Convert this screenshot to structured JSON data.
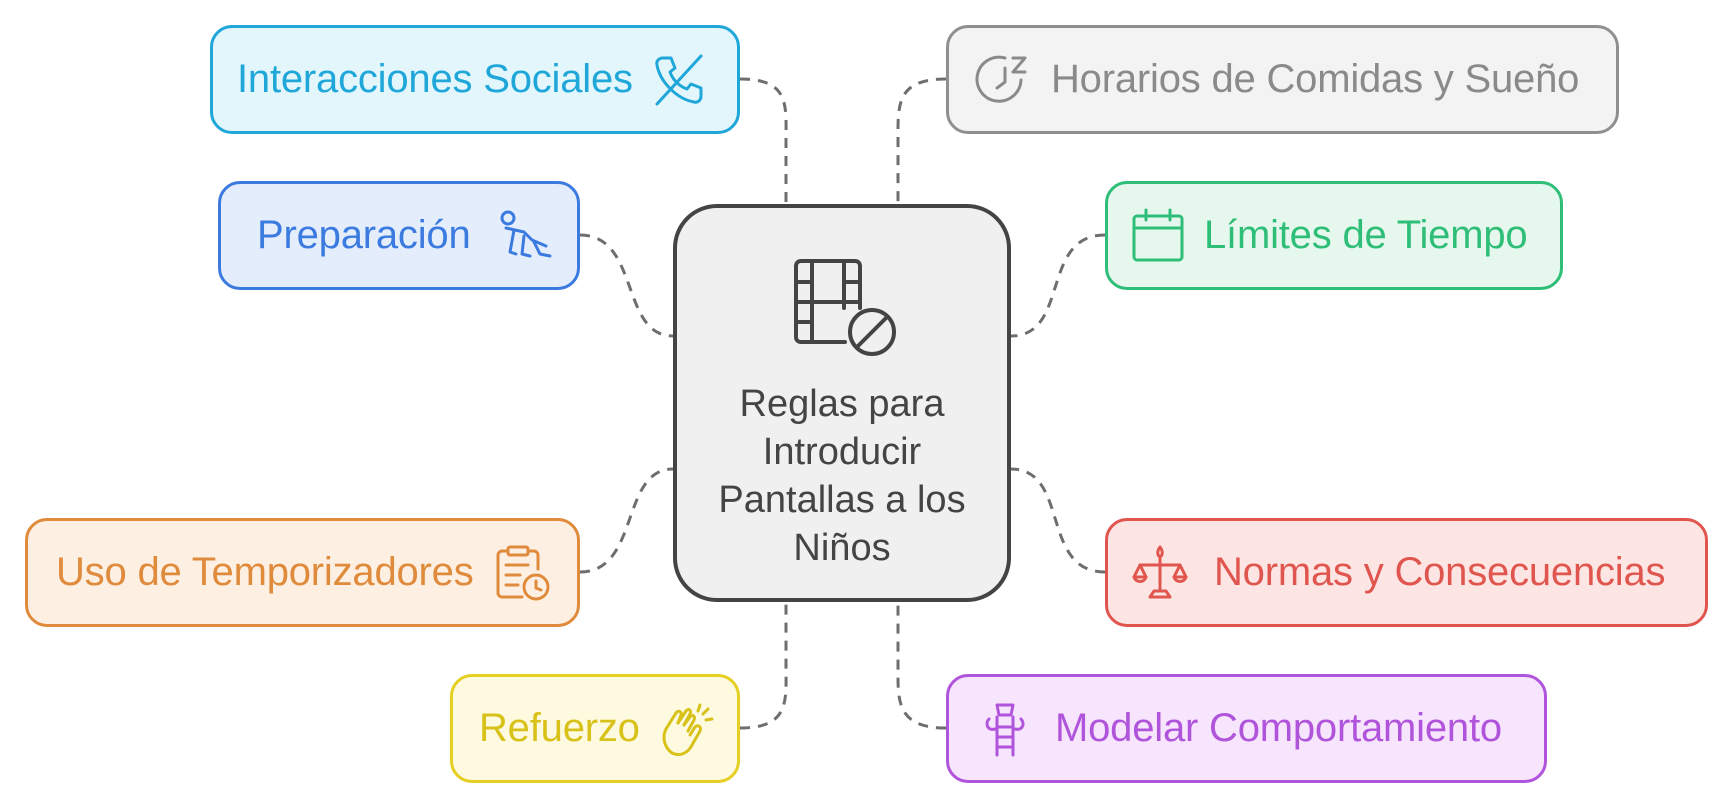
{
  "center": {
    "title": "Reglas para Introducir Pantallas a los Niños",
    "icon": "film-blocked-icon"
  },
  "nodes": [
    {
      "id": "interacciones",
      "label": "Interacciones Sociales",
      "icon": "phone-off-icon",
      "border": "#1ea7d8",
      "fill": "#e3f6fc",
      "text": "#1ea7d8"
    },
    {
      "id": "horarios",
      "label": "Horarios de Comidas y Sueño",
      "icon": "clock-sleep-icon",
      "border": "#8f8f8f",
      "fill": "#f3f3f3",
      "text": "#8a8a8a"
    },
    {
      "id": "preparacion",
      "label": "Preparación",
      "icon": "person-crawling-icon",
      "border": "#3b7be0",
      "fill": "#e4edfc",
      "text": "#3b7be0"
    },
    {
      "id": "limites",
      "label": "Límites de Tiempo",
      "icon": "calendar-icon",
      "border": "#2fbe78",
      "fill": "#e6f8ee",
      "text": "#2fbe78"
    },
    {
      "id": "temporizadores",
      "label": "Uso de Temporizadores",
      "icon": "clipboard-timer-icon",
      "border": "#e08a3c",
      "fill": "#fdf0e3",
      "text": "#e08a3c"
    },
    {
      "id": "normas",
      "label": "Normas y Consecuencias",
      "icon": "scales-icon",
      "border": "#e0564f",
      "fill": "#fde5e4",
      "text": "#e0564f"
    },
    {
      "id": "refuerzo",
      "label": "Refuerzo",
      "icon": "clapping-hands-icon",
      "border": "#e5cf22",
      "fill": "#fdfae0",
      "text": "#d8c21a"
    },
    {
      "id": "modelar",
      "label": "Modelar Comportamiento",
      "icon": "ladder-person-icon",
      "border": "#b154dc",
      "fill": "#f6e5fc",
      "text": "#b154dc"
    }
  ]
}
